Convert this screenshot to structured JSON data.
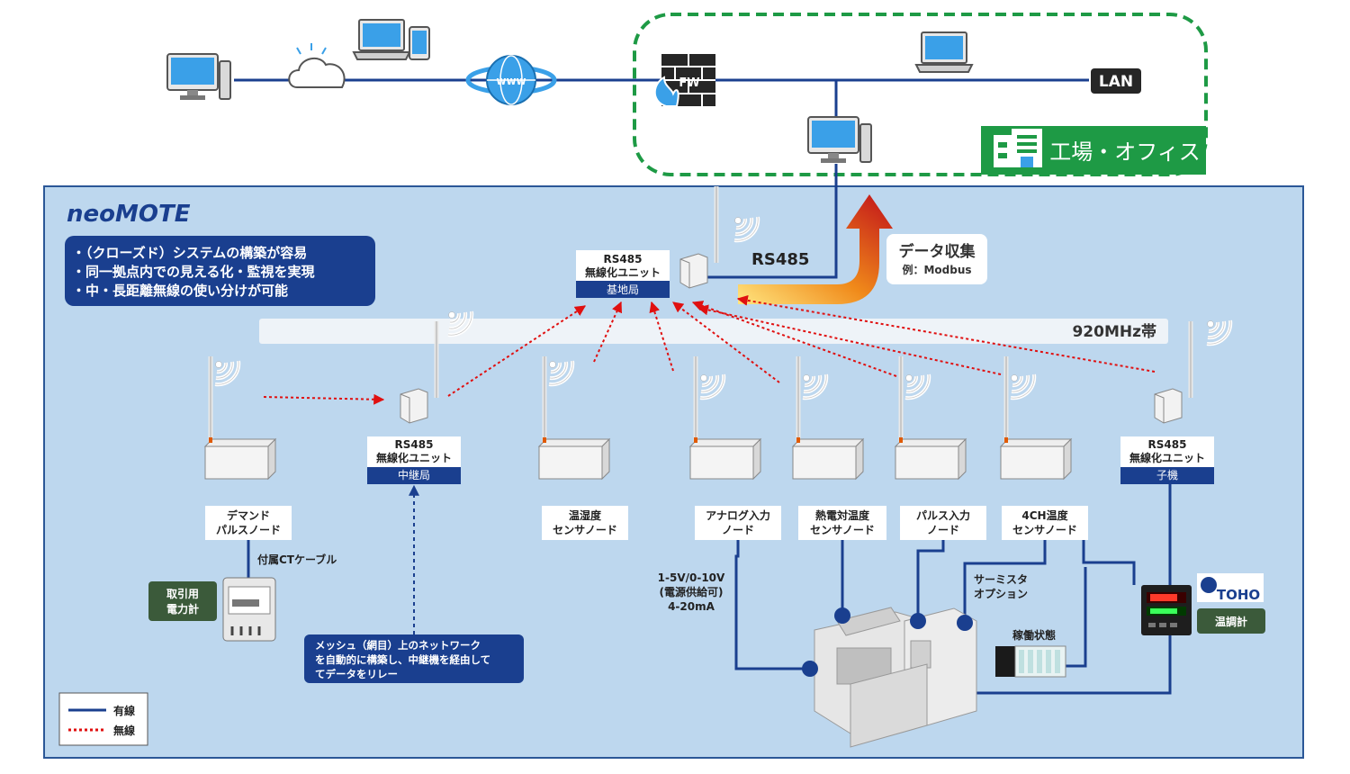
{
  "brand": "neoMOTE",
  "lan_label": "LAN",
  "fw_label": "FW",
  "www_label": "www",
  "office_label": "工場・オフィス",
  "features": [
    "・（クローズド）システムの構築が容易",
    "・同一拠点内での見える化・監視を実現",
    "・中・長距離無線の使い分けが可能"
  ],
  "band_label": "920MHz帯",
  "rs485_label": "RS485",
  "data_collect": {
    "title": "データ収集",
    "sub": "例：Modbus"
  },
  "base_unit": {
    "line1": "RS485",
    "line2": "無線化ユニット",
    "tag": "基地局"
  },
  "relay_unit": {
    "line1": "RS485",
    "line2": "無線化ユニット",
    "tag": "中継局"
  },
  "child_unit": {
    "line1": "RS485",
    "line2": "無線化ユニット",
    "tag": "子機"
  },
  "nodes": [
    {
      "line1": "デマンド",
      "line2": "パルスノード"
    },
    {
      "line1": "温湿度",
      "line2": "センサノード"
    },
    {
      "line1": "アナログ入力",
      "line2": "ノード"
    },
    {
      "line1": "熱電対温度",
      "line2": "センサノード"
    },
    {
      "line1": "パルス入力",
      "line2": "ノード"
    },
    {
      "line1": "4CH温度",
      "line2": "センサノード"
    }
  ],
  "ct_cable": "付属CTケーブル",
  "meter": {
    "line1": "取引用",
    "line2": "電力計"
  },
  "mesh_note": [
    "メッシュ（網目）上のネットワーク",
    "を自動的に構築し、中継機を経由して",
    "てデータをリレー"
  ],
  "analog_spec": [
    "1-5V/0-10V",
    "(電源供給可)",
    "4-20mA"
  ],
  "thermistor": [
    "サーミスタ",
    "オプション"
  ],
  "status_label": "稼働状態",
  "controller_label": "温調計",
  "toho_logo": "TOHO",
  "legend": {
    "wired": "有線",
    "wireless": "無線"
  },
  "colors": {
    "wire": "#1a3f8f",
    "wireless": "#e01010",
    "panel": "#bdd7ee",
    "navy": "#1a3f8f",
    "green": "#1e9a45",
    "darkgreen": "#3b5a3a"
  }
}
